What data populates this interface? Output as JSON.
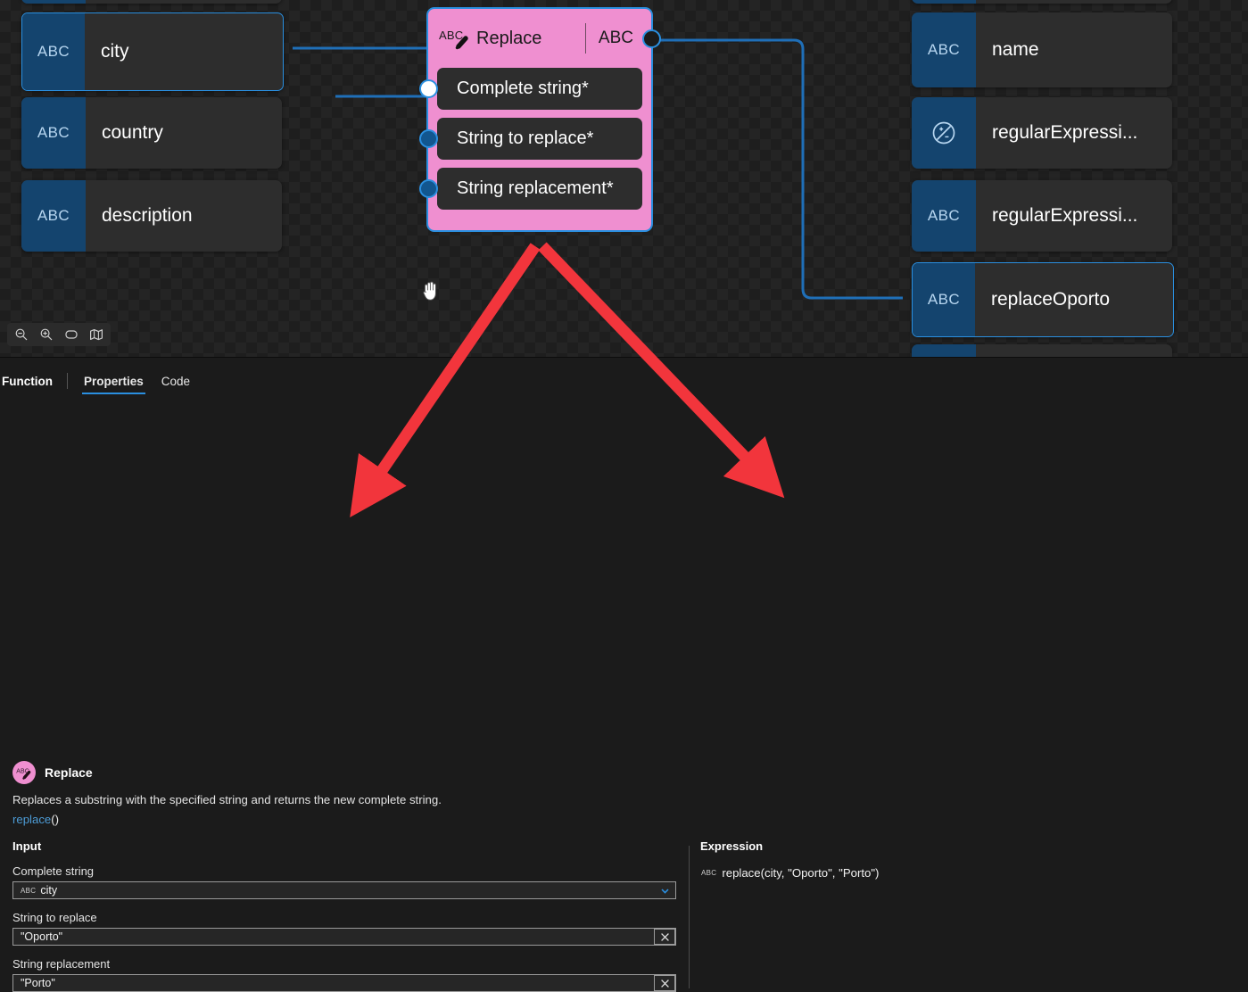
{
  "canvas": {
    "left_variables": [
      {
        "type_badge": "ABC",
        "name": "city",
        "selected": true
      },
      {
        "type_badge": "ABC",
        "name": "country",
        "selected": false
      },
      {
        "type_badge": "ABC",
        "name": "description",
        "selected": false
      }
    ],
    "right_variables": [
      {
        "type_badge": "ABC",
        "name": "name",
        "selected": false
      },
      {
        "type_badge": "regex-icon",
        "name": "regularExpressi...",
        "selected": false
      },
      {
        "type_badge": "ABC",
        "name": "regularExpressi...",
        "selected": false
      },
      {
        "type_badge": "ABC",
        "name": "replaceOporto",
        "selected": true
      }
    ],
    "function_node": {
      "icon": "abc-pencil-icon",
      "title": "Replace",
      "output_type": "ABC",
      "inputs": [
        {
          "label": "Complete string*",
          "port": "hollow"
        },
        {
          "label": "String to replace*",
          "port": "filled"
        },
        {
          "label": "String replacement*",
          "port": "filled"
        }
      ]
    },
    "toolbar": [
      {
        "icon": "zoom-out-icon",
        "name": "zoom-out"
      },
      {
        "icon": "zoom-in-icon",
        "name": "zoom-in"
      },
      {
        "icon": "fit-to-screen-icon",
        "name": "fit-to-screen"
      },
      {
        "icon": "minimap-icon",
        "name": "minimap"
      }
    ],
    "cursor": "grab-hand-cursor"
  },
  "panel": {
    "section_title": "Function",
    "tabs": [
      {
        "label": "Properties",
        "active": true
      },
      {
        "label": "Code",
        "active": false
      }
    ],
    "function": {
      "icon": "abc-pencil-icon",
      "name": "Replace",
      "description": "Replaces a substring with the specified string and returns the new complete string.",
      "signature_keyword": "replace",
      "signature_parens": "()"
    },
    "input_group_label": "Input",
    "fields": [
      {
        "label": "Complete string",
        "value": "city",
        "prefix_tag": "ABC",
        "control": "chevron-down-icon"
      },
      {
        "label": "String to replace",
        "value": "\"Oporto\"",
        "prefix_tag": "",
        "control": "close-icon"
      },
      {
        "label": "String replacement",
        "value": "\"Porto\"",
        "prefix_tag": "",
        "control": "close-icon"
      }
    ],
    "expression": {
      "label": "Expression",
      "prefix_tag": "ABC",
      "value": "replace(city, \"Oporto\", \"Porto\")"
    }
  },
  "colors": {
    "accent_blue": "#2a8fe0",
    "node_pink": "#ef8fd0",
    "badge_blue": "#14446e",
    "annotation_red": "#f2353c",
    "canvas_bg": "#242424",
    "panel_bg": "#1b1b1b"
  }
}
